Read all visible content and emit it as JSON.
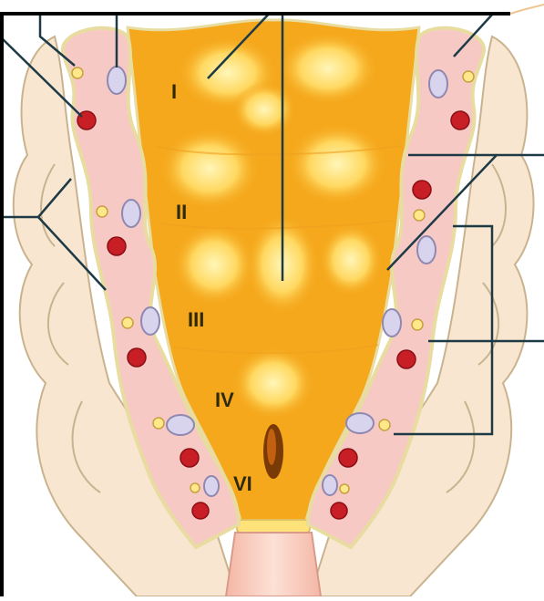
{
  "diagram": {
    "labels": {
      "segment_1": "I",
      "segment_2": "II",
      "segment_3": "III",
      "segment_4": "IV",
      "segment_6": "VI"
    },
    "colors": {
      "background": "#ffffff",
      "frame": "#000000",
      "plate_orange": "#f5a81c",
      "plate_highlight": "#ffe27a",
      "sheath_pink": "#f7c9c5",
      "sheath_outline": "#e8dca0",
      "outer_muscle": "#f8e6d0",
      "outer_muscle_outline": "#c9b38f",
      "artery_red": "#c81e26",
      "vein_lavender": "#d9d4ee",
      "nerve_yellow": "#ffe88a",
      "leader_line": "#1d3a46"
    }
  }
}
